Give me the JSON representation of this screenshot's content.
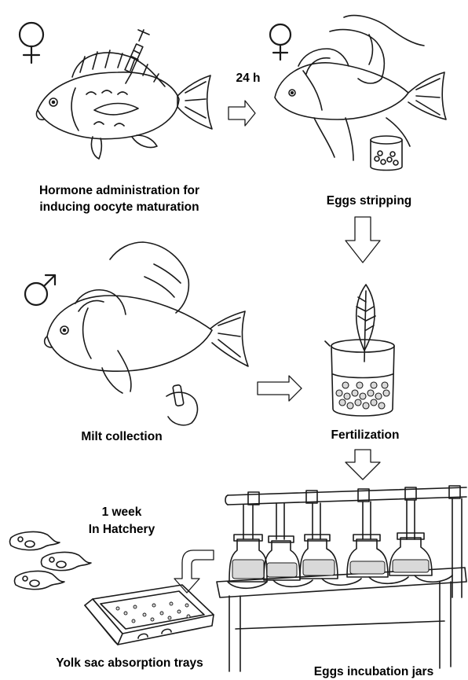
{
  "colors": {
    "ink": "#1a1a1a",
    "paper": "#ffffff",
    "egg": "#d9d9d9"
  },
  "symbols": {
    "female": "♀",
    "male": "♂"
  },
  "icons": [
    "female-symbol-icon",
    "male-symbol-icon",
    "syringe-icon",
    "fish-icon",
    "hand-icon",
    "beaker-icon",
    "feather-icon",
    "incubation-jar-icon",
    "larva-icon",
    "tray-icon",
    "arrow-icon"
  ],
  "steps": {
    "hormone": {
      "line1": "Hormone administration for",
      "line2": "inducing  oocyte maturation"
    },
    "interval": "24 h",
    "stripping": "Eggs stripping",
    "milt": "Milt collection",
    "fertilization": "Fertilization",
    "hatchery_line1": "1 week",
    "hatchery_line2": "In Hatchery",
    "trays": "Yolk sac absorption trays",
    "incubation": "Eggs incubation jars"
  }
}
